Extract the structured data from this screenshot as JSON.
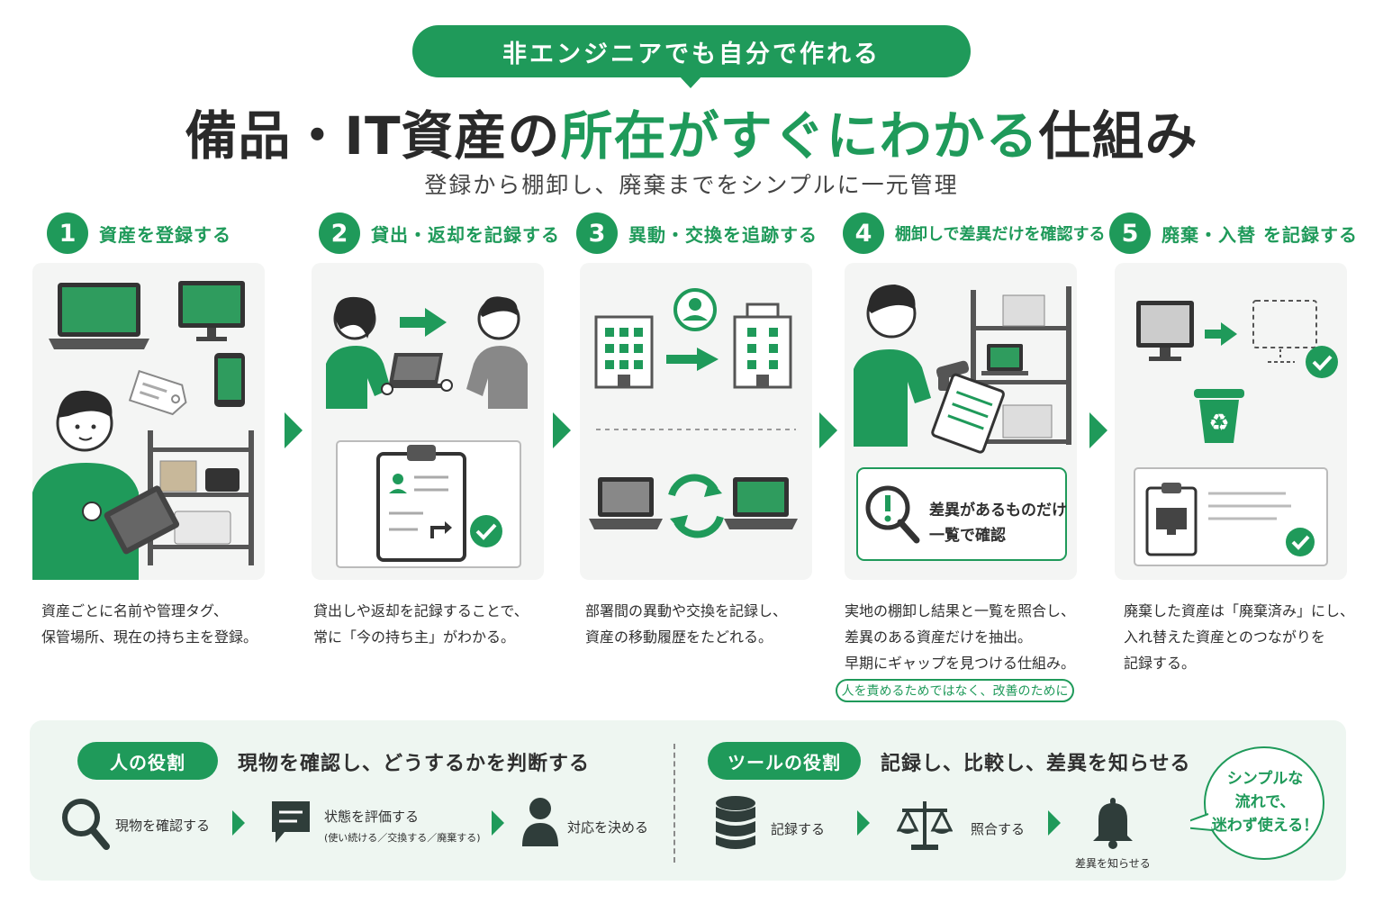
{
  "header": {
    "badge": "非エンジニアでも自分で作れる",
    "title_pre": "備品・IT資産の",
    "title_hl": "所在がすぐにわかる",
    "title_post": "仕組み",
    "subtitle": "登録から棚卸し、廃棄までをシンプルに一元管理"
  },
  "steps": [
    {
      "num": "1",
      "title": "資産を登録する",
      "desc1": "資産ごとに名前や管理タグ、",
      "desc2": "保管場所、現在の持ち主を登録。"
    },
    {
      "num": "2",
      "title": "貸出・返却を記録する",
      "desc1": "貸出しや返却を記録することで、",
      "desc2": "常に「今の持ち主」がわかる。"
    },
    {
      "num": "3",
      "title": "異動・交換を追跡する",
      "desc1": "部署間の異動や交換を記録し、",
      "desc2": "資産の移動履歴をたどれる。"
    },
    {
      "num": "4",
      "title": "棚卸しで差異だけを確認する",
      "desc1": "実地の棚卸し結果と一覧を照合し、",
      "desc2": "差異のある資産だけを抽出。",
      "desc3": "早期にギャップを見つける仕組み。",
      "note": "人を責めるためではなく、改善のために",
      "callout1": "差異があるものだけ",
      "callout2": "一覧で確認"
    },
    {
      "num": "5",
      "title": "廃棄・入替 を記録する",
      "desc1": "廃棄した資産は「廃棄済み」にし、",
      "desc2": "入れ替えた資産とのつながりを",
      "desc3": "記録する。"
    }
  ],
  "human": {
    "pill": "人の役割",
    "text": "現物を確認し、どうするかを判断する",
    "item1": "現物を確認する",
    "item2": "状態を評価する",
    "item2_sub": "(使い続ける／交換する／廃棄する)",
    "item3": "対応を決める"
  },
  "tool": {
    "pill": "ツールの役割",
    "text": "記録し、比較し、差異を知らせる",
    "item1": "記録する",
    "item2": "照合する",
    "item3": "差異を知らせる"
  },
  "bubble": {
    "line1": "シンプルな",
    "line2": "流れで、",
    "line3": "迷わず使える！"
  },
  "colors": {
    "accent": "#1f9a5a",
    "panel": "#f4f5f4",
    "bottom": "#eef6f1"
  }
}
